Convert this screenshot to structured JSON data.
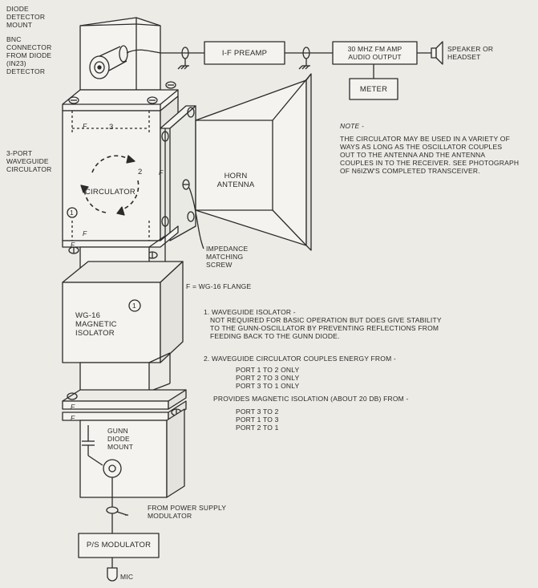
{
  "labels": {
    "diode_detector_mount": [
      "DIODE",
      "DETECTOR",
      "MOUNT"
    ],
    "bnc_connector": [
      "BNC",
      "CONNECTOR",
      "FROM DIODE",
      "(IN23)",
      "DETECTOR"
    ],
    "if_preamp": "I-F PREAMP",
    "fm_amp": [
      "30 MHz FM AMP",
      "AUDIO OUTPUT"
    ],
    "speaker": [
      "SPEAKER OR",
      "HEADSET"
    ],
    "meter": "METER",
    "circulator_side": [
      "3-PORT",
      "WAVEGUIDE",
      "CIRCULATOR"
    ],
    "circulator": "CIRCULATOR",
    "port_1": "1",
    "port_2": "2",
    "port_3": "3",
    "horn_antenna": [
      "HORN",
      "ANTENNA"
    ],
    "impedance_screw": [
      "IMPEDANCE",
      "MATCHING",
      "SCREW"
    ],
    "flange_legend": "F = WG-16 FLANGE",
    "flange_mark": "F",
    "isolator": [
      "WG-16",
      "MAGNETIC",
      "ISOLATOR"
    ],
    "isolator_number": "1",
    "gunn_mount": [
      "GUNN",
      "DIODE",
      "MOUNT"
    ],
    "power_supply": [
      "FROM POWER SUPPLY",
      "MODULATOR"
    ],
    "ps_modulator": "P/S MODULATOR",
    "mic": "MIC"
  },
  "note": {
    "heading": "NOTE -",
    "lines": [
      "THE CIRCULATOR MAY BE USED IN A VARIETY OF",
      "WAYS AS LONG AS THE OSCILLATOR COUPLES",
      "OUT TO THE ANTENNA AND THE ANTENNA",
      "COUPLES IN TO THE RECEIVER. SEE PHOTOGRAPH",
      "OF N6IZW's COMPLETED TRANSCEIVER."
    ]
  },
  "explanations": {
    "item1": {
      "title": "1. WAVEGUIDE ISOLATOR -",
      "lines": [
        "NOT REQUIRED FOR BASIC OPERATION BUT DOES GIVE STABILITY",
        "TO THE GUNN-OSCILLATOR BY PREVENTING REFLECTIONS FROM",
        "FEEDING BACK TO THE GUNN DIODE."
      ]
    },
    "item2": {
      "title": "2. WAVEGUIDE CIRCULATOR COUPLES ENERGY FROM -",
      "couples": [
        "PORT 1 TO 2 ONLY",
        "PORT 2 TO 3 ONLY",
        "PORT 3 TO 1 ONLY"
      ],
      "isolation_title": "PROVIDES MAGNETIC ISOLATION (ABOUT 20 dB) FROM -",
      "isolation": [
        "PORT 3 TO 2",
        "PORT 1 TO 3",
        "PORT 2 TO 1"
      ]
    }
  }
}
